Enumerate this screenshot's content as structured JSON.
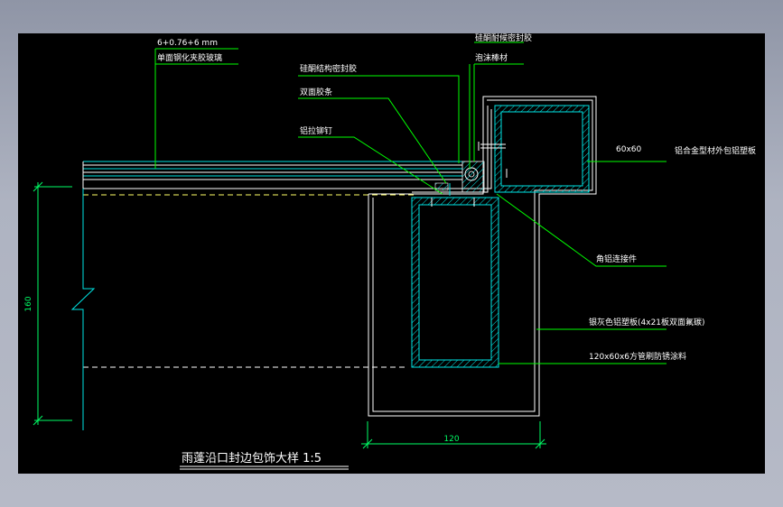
{
  "drawing": {
    "title": "雨蓬沿口封边包饰大样 1:5",
    "colors": {
      "background": "#000000",
      "leader": "#00ff00",
      "outline": "#ffffff",
      "hatch": "#00e5e5",
      "dimension": "#00ff66",
      "dashed": "#ffff66"
    },
    "labels": {
      "glass_spec": "6+0.76+6 mm",
      "glass_name": "单面钢化夹胶玻璃",
      "weather_sealant": "硅酮耐候密封胶",
      "foam_rod": "泡沫棒材",
      "structural_sealant": "硅酮结构密封胶",
      "double_tape": "双面胶条",
      "rivet": "铝拉铆钉",
      "tube_60": "60x60",
      "tube_60_desc": "铝合金型材外包铝塑板",
      "angle_connector": "角铝连接件",
      "panel": "银灰色铝塑板(4x21板双面氟碳)",
      "tube_120": "120x60x6方管刷防锈涂料"
    },
    "dimensions": {
      "height": "160",
      "width": "120"
    }
  }
}
